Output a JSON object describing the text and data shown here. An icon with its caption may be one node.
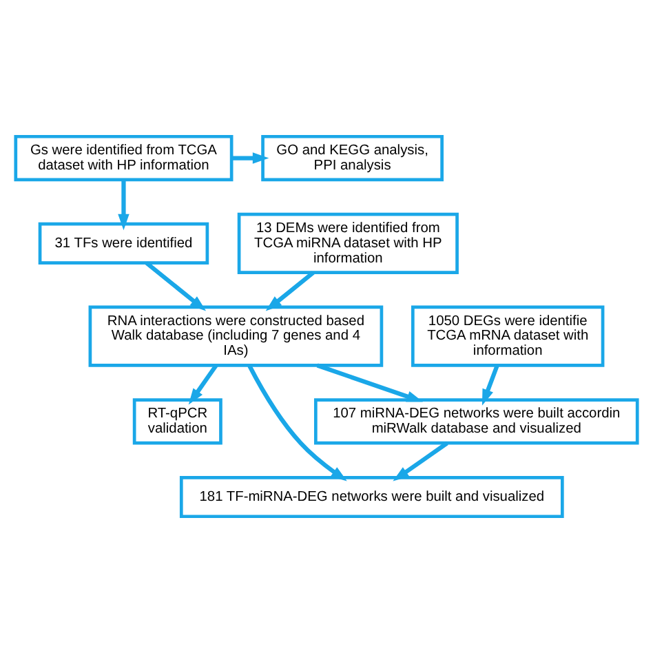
{
  "diagram": {
    "nodes": [
      {
        "text": [
          "Gs were identified from TCGA dataset with HP information"
        ]
      },
      {
        "text": [
          "GO and KEGG analysis, PPI analysis"
        ]
      },
      {
        "text": [
          "31 TFs were identified"
        ]
      },
      {
        "text": [
          "13 DEMs were identified from TCGA miRNA dataset with HP information"
        ]
      },
      {
        "text": [
          "RNA interactions were constructed based Walk database (including 7 genes and 4 IAs)"
        ]
      },
      {
        "text": [
          "1050 DEGs were identifie TCGA mRNA dataset with information"
        ]
      },
      {
        "text": [
          "RT-qPCR validation"
        ]
      },
      {
        "text": [
          "107 miRNA-DEG networks were built accordin miRWalk database and visualized"
        ]
      },
      {
        "text": [
          "181 TF-miRNA-DEG networks were built and visualized"
        ]
      }
    ],
    "edges": [
      {
        "from": 0,
        "to": 1,
        "arrow": "to"
      },
      {
        "from": 0,
        "to": 2,
        "arrow": "to"
      },
      {
        "from": 2,
        "to": 4,
        "arrow": "to"
      },
      {
        "from": 3,
        "to": 4,
        "arrow": "to"
      },
      {
        "from": 4,
        "to": 6,
        "arrow": "to"
      },
      {
        "from": 4,
        "to": 8,
        "arrow": "to"
      },
      {
        "from": 4,
        "to": 7,
        "arrow": "to"
      },
      {
        "from": 5,
        "to": 7,
        "arrow": "to"
      },
      {
        "from": 7,
        "to": 8,
        "arrow": "to"
      }
    ]
  }
}
